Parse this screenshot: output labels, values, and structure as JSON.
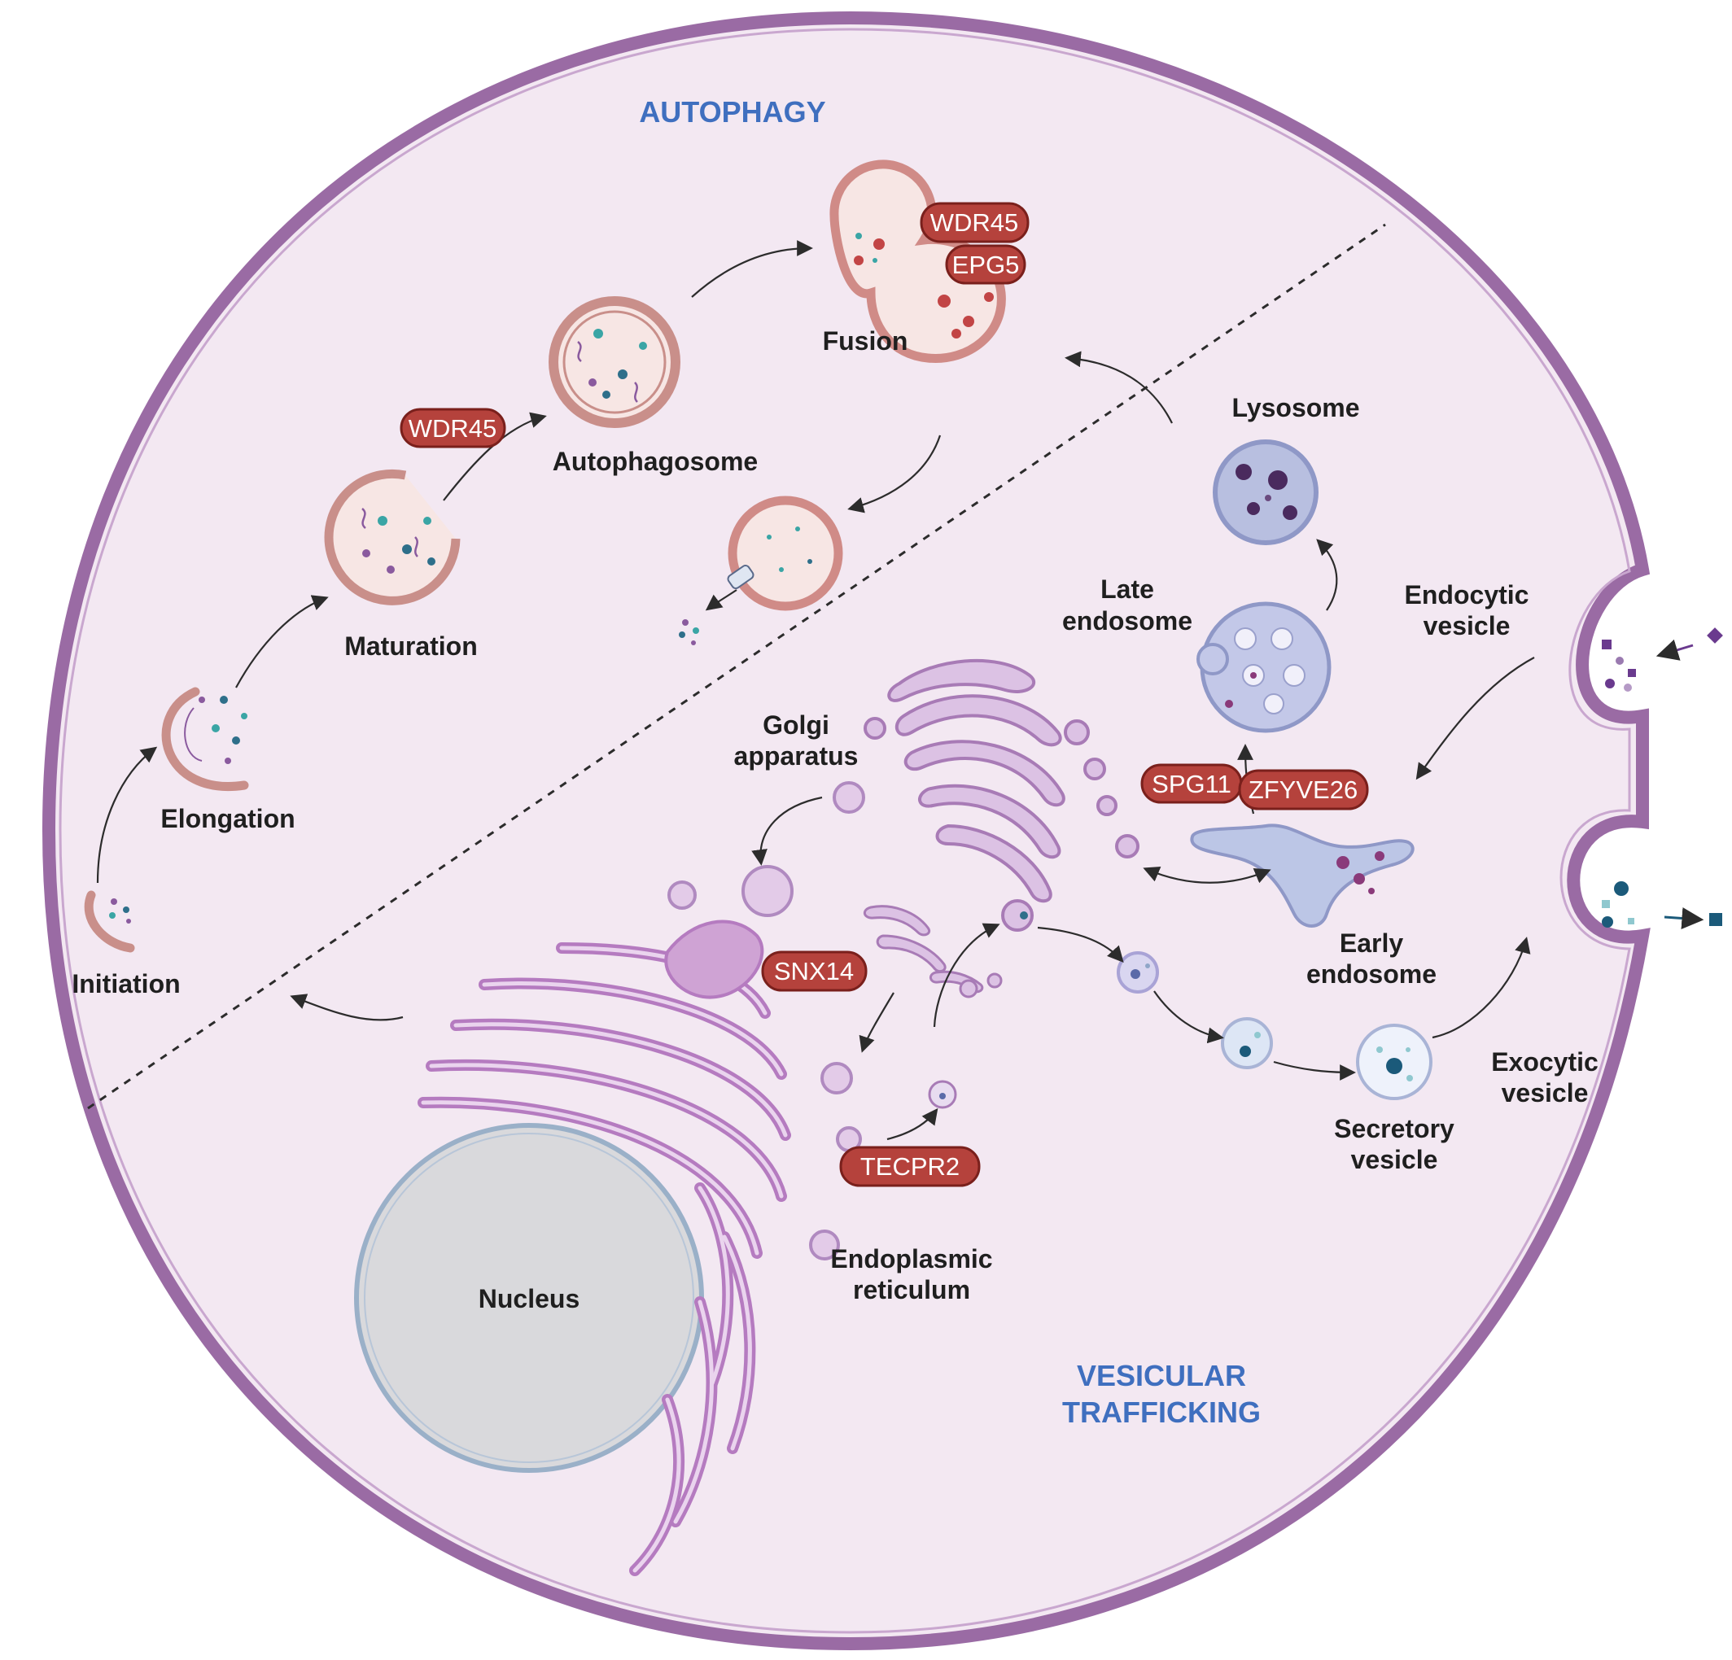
{
  "sections": {
    "autophagy": "AUTOPHAGY",
    "vesicular_line1": "VESICULAR",
    "vesicular_line2": "TRAFFICKING"
  },
  "labels": {
    "initiation": "Initiation",
    "elongation": "Elongation",
    "maturation": "Maturation",
    "autophagosome": "Autophagosome",
    "fusion": "Fusion",
    "lysosome": "Lysosome",
    "late_endosome_1": "Late",
    "late_endosome_2": "endosome",
    "endocytic_1": "Endocytic",
    "endocytic_2": "vesicle",
    "golgi_1": "Golgi",
    "golgi_2": "apparatus",
    "early_endosome_1": "Early",
    "early_endosome_2": "endosome",
    "exocytic_1": "Exocytic",
    "exocytic_2": "vesicle",
    "secretory_1": "Secretory",
    "secretory_2": "vesicle",
    "er_1": "Endoplasmic",
    "er_2": "reticulum",
    "nucleus": "Nucleus"
  },
  "genes": {
    "wdr45_maturation": "WDR45",
    "wdr45_fusion": "WDR45",
    "epg5": "EPG5",
    "spg11": "SPG11",
    "zfyve26": "ZFYVE26",
    "snx14": "SNX14",
    "tecpr2": "TECPR2"
  },
  "colors": {
    "membrane": "#9a6ba4",
    "cytoplasm": "#f3e8f2",
    "gene_badge": "#b5423c",
    "section_title": "#3f6fbf",
    "nucleus": "#d9d9dc",
    "er_golgi": "#cfa3d4"
  }
}
